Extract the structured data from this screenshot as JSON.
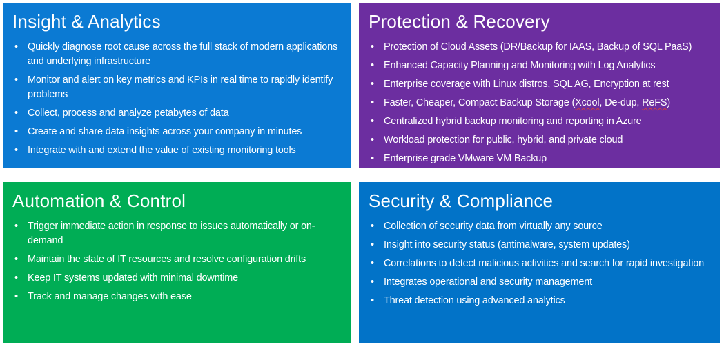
{
  "colors": {
    "page_bg": "#ffffff",
    "text": "#ffffff",
    "spellcheck_underline": "#d23f3f",
    "insight_blue": "#0b7ad3",
    "protection_purple": "#6c2ea0",
    "automation_green": "#00ad55",
    "security_blue": "#0273c8"
  },
  "panels": [
    {
      "id": "insight-analytics",
      "title": "Insight & Analytics",
      "bg_color": "#0b7ad3",
      "bullets": [
        {
          "text": "Quickly diagnose root cause across the full stack of modern applications and underlying infrastructure"
        },
        {
          "text": "Monitor and alert on key metrics and KPIs in real time to rapidly identify problems"
        },
        {
          "text": "Collect, process and analyze petabytes of data"
        },
        {
          "text": "Create and share data insights across your company in minutes"
        },
        {
          "text": "Integrate with and extend the value of existing monitoring tools"
        }
      ]
    },
    {
      "id": "protection-recovery",
      "title": "Protection & Recovery",
      "bg_color": "#6c2ea0",
      "bullets": [
        {
          "text": "Protection of Cloud Assets (DR/Backup for IAAS, Backup of SQL PaaS)"
        },
        {
          "text": "Enhanced Capacity Planning and Monitoring with Log Analytics"
        },
        {
          "text": "Enterprise coverage with Linux distros, SQL AG, Encryption at rest"
        },
        {
          "segments": [
            {
              "text": "Faster, Cheaper, Compact Backup Storage ("
            },
            {
              "text": "Xcool",
              "spellcheck": true
            },
            {
              "text": ", De-dup, "
            },
            {
              "text": "ReFS",
              "spellcheck": true
            },
            {
              "text": ")"
            }
          ]
        },
        {
          "text": "Centralized hybrid backup monitoring and reporting in Azure"
        },
        {
          "text": "Workload protection for public, hybrid, and private cloud"
        },
        {
          "text": "Enterprise grade VMware VM Backup"
        }
      ]
    },
    {
      "id": "automation-control",
      "title": "Automation & Control",
      "bg_color": "#00ad55",
      "bullets": [
        {
          "text": "Trigger immediate action in response to issues automatically or on-demand"
        },
        {
          "text": "Maintain the state of IT resources and resolve configuration drifts"
        },
        {
          "text": "Keep IT systems updated with minimal downtime"
        },
        {
          "text": "Track and manage changes with ease"
        }
      ]
    },
    {
      "id": "security-compliance",
      "title": "Security & Compliance",
      "bg_color": "#0273c8",
      "bullets": [
        {
          "text": "Collection of security data from virtually any source"
        },
        {
          "text": "Insight into security status (antimalware, system updates)"
        },
        {
          "text": "Correlations to detect malicious activities and search for rapid investigation"
        },
        {
          "text": "Integrates operational and security management"
        },
        {
          "text": "Threat detection using advanced analytics"
        }
      ]
    }
  ]
}
